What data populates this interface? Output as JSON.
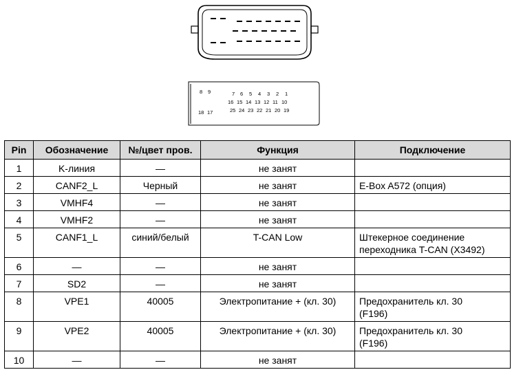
{
  "connector_top": {
    "face_cavity_rows": 3
  },
  "connector_bottom": {
    "pin_labels_row1": [
      "8",
      "9",
      "7",
      "6",
      "5",
      "4",
      "3",
      "2",
      "1"
    ],
    "pin_labels_row2": [
      "16",
      "15",
      "14",
      "13",
      "12",
      "11",
      "10"
    ],
    "pin_labels_row3": [
      "18",
      "17",
      "25",
      "24",
      "23",
      "22",
      "21",
      "20",
      "19"
    ]
  },
  "table": {
    "headers": [
      "Pin",
      "Обозначение",
      "№/цвет пров.",
      "Функция",
      "Подключение"
    ],
    "rows": [
      {
        "pin": "1",
        "designation": "K-линия",
        "wire": "—",
        "function": "не занят",
        "connection": "",
        "connection2": ""
      },
      {
        "pin": "2",
        "designation": "CANF2_L",
        "wire": "Черный",
        "function": "не занят",
        "connection": "E-Box A572 (опция)",
        "connection2": ""
      },
      {
        "pin": "3",
        "designation": "VMHF4",
        "wire": "—",
        "function": "не занят",
        "connection": "",
        "connection2": ""
      },
      {
        "pin": "4",
        "designation": "VMHF2",
        "wire": "—",
        "function": "не занят",
        "connection": "",
        "connection2": ""
      },
      {
        "pin": "5",
        "designation": "CANF1_L",
        "wire": "синий/белый",
        "function": "T-CAN Low",
        "connection": "Штекерное соединение",
        "connection2": "переходника T-CAN (X3492)"
      },
      {
        "pin": "6",
        "designation": "—",
        "wire": "—",
        "function": "не занят",
        "connection": "",
        "connection2": ""
      },
      {
        "pin": "7",
        "designation": "SD2",
        "wire": "—",
        "function": "не занят",
        "connection": "",
        "connection2": ""
      },
      {
        "pin": "8",
        "designation": "VPE1",
        "wire": "40005",
        "function": "Электропитание + (кл. 30)",
        "connection": "Предохранитель кл.  30",
        "connection2": "(F196)"
      },
      {
        "pin": "9",
        "designation": "VPE2",
        "wire": "40005",
        "function": "Электропитание + (кл. 30)",
        "connection": "Предохранитель кл.  30",
        "connection2": "(F196)"
      },
      {
        "pin": "10",
        "designation": "—",
        "wire": "—",
        "function": "не занят",
        "connection": "",
        "connection2": ""
      }
    ]
  }
}
